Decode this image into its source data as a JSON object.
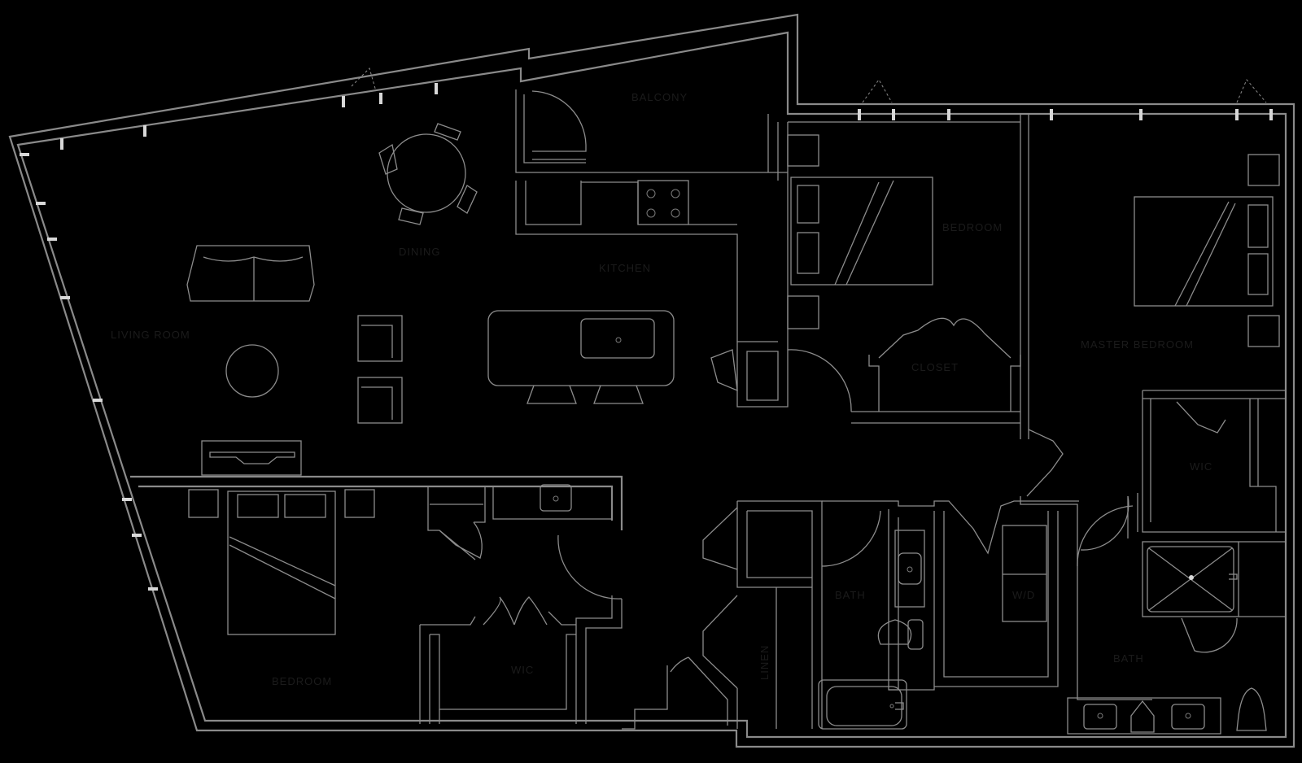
{
  "plan": {
    "colors": {
      "background": "#000000",
      "line": "#8a8a8a",
      "window": "#d8d8d8"
    },
    "rooms": {
      "balcony": "BALCONY",
      "dining": "DINING",
      "kitchen": "KITCHEN",
      "living": "LIVING ROOM",
      "bedroom_2": "BEDROOM",
      "closet_2": "CLOSET",
      "master": "MASTER BEDROOM",
      "wic": "WIC",
      "bedroom_1": "BEDROOM",
      "wic_1": "WIC",
      "bath": "BATH",
      "wd": "W/D",
      "linen": "LINEN",
      "master_bath": "BATH"
    }
  }
}
